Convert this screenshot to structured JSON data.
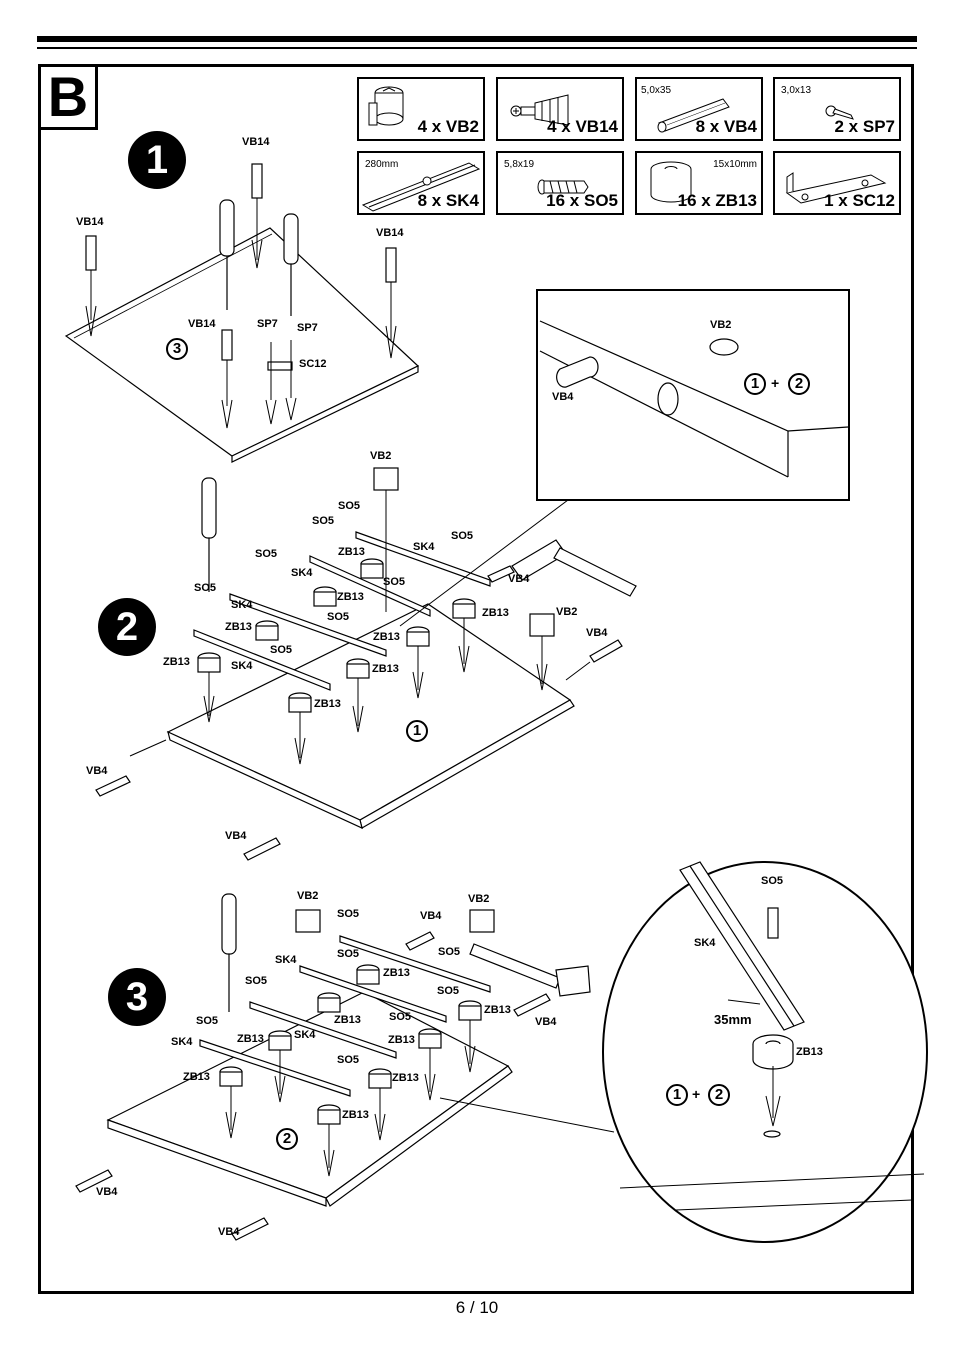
{
  "section": "B",
  "parts": [
    {
      "qty": "4 x VB2",
      "dim": ""
    },
    {
      "qty": "4 x VB14",
      "dim": ""
    },
    {
      "qty": "8 x VB4",
      "dim": "5,0x35"
    },
    {
      "qty": "2 x SP7",
      "dim": "3,0x13"
    },
    {
      "qty": "8 x SK4",
      "dim": "280mm"
    },
    {
      "qty": "16 x SO5",
      "dim": "5,8x19"
    },
    {
      "qty": "16 x ZB13",
      "dim": "15x10mm"
    },
    {
      "qty": "1 x SC12",
      "dim": ""
    }
  ],
  "steps": [
    "1",
    "2",
    "3"
  ],
  "labels": {
    "vb14": "VB14",
    "vb2": "VB2",
    "vb4": "VB4",
    "sp7": "SP7",
    "sc12": "SC12",
    "so5": "SO5",
    "sk4": "SK4",
    "zb13": "ZB13",
    "mm35": "35mm"
  },
  "panel_refs": {
    "one": "1",
    "two": "2",
    "three": "3",
    "plus": "+"
  },
  "page_number": "6 / 10"
}
